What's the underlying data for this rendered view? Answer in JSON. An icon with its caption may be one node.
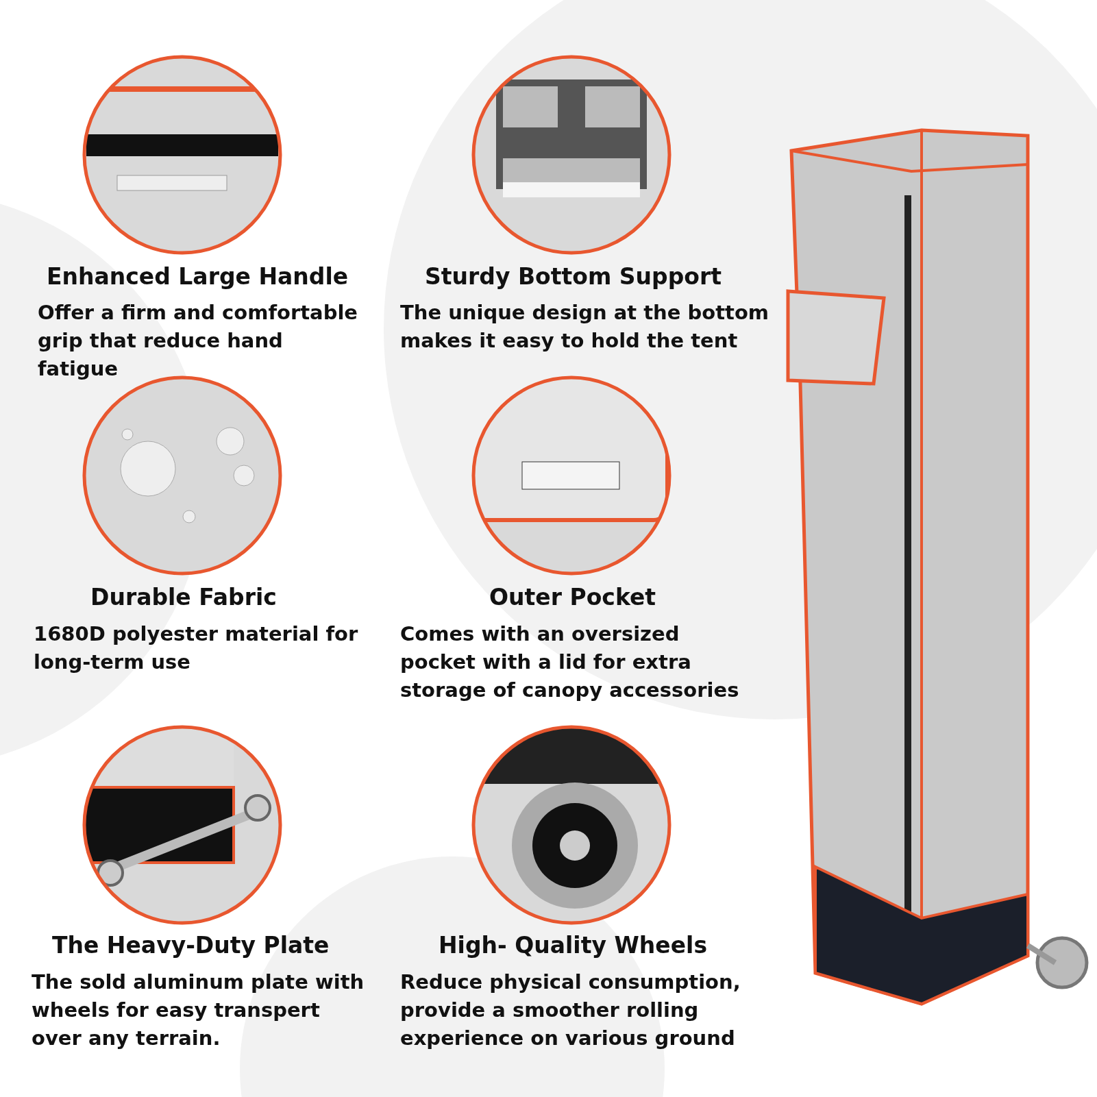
{
  "diagram": {
    "labels": [
      "Enhanced Large Handle",
      "Offer a firm and comfortable grip that reduce hand fatigue",
      "Sturdy Bottom Support",
      "The unique design at the bottom makes it easy to hold the tent",
      "Durable Fabric",
      "1680D polyester material for long-term use",
      "Outer Pocket",
      "Comes with an oversized pocket with a lid for extra storage of canopy accessories",
      "The Heavy-Duty Plate",
      "The sold aluminum plate with wheels for easy transpert over any terrain.",
      "High- Quality Wheels",
      "Reduce physical consumption, provide a smoother rolling experience on various ground"
    ]
  }
}
